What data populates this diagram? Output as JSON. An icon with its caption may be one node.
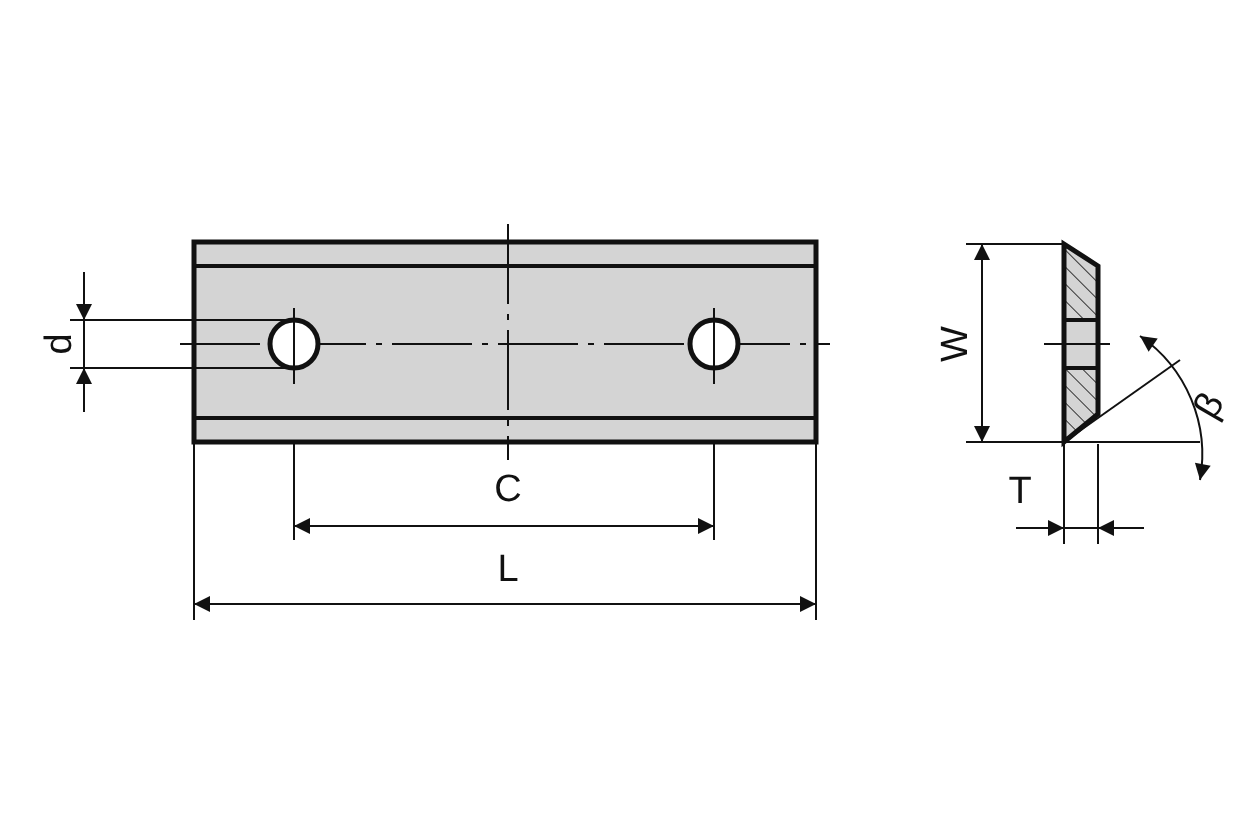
{
  "diagram": {
    "labels": [
      "d",
      "W",
      "β",
      "C",
      "T",
      "L"
    ]
  }
}
